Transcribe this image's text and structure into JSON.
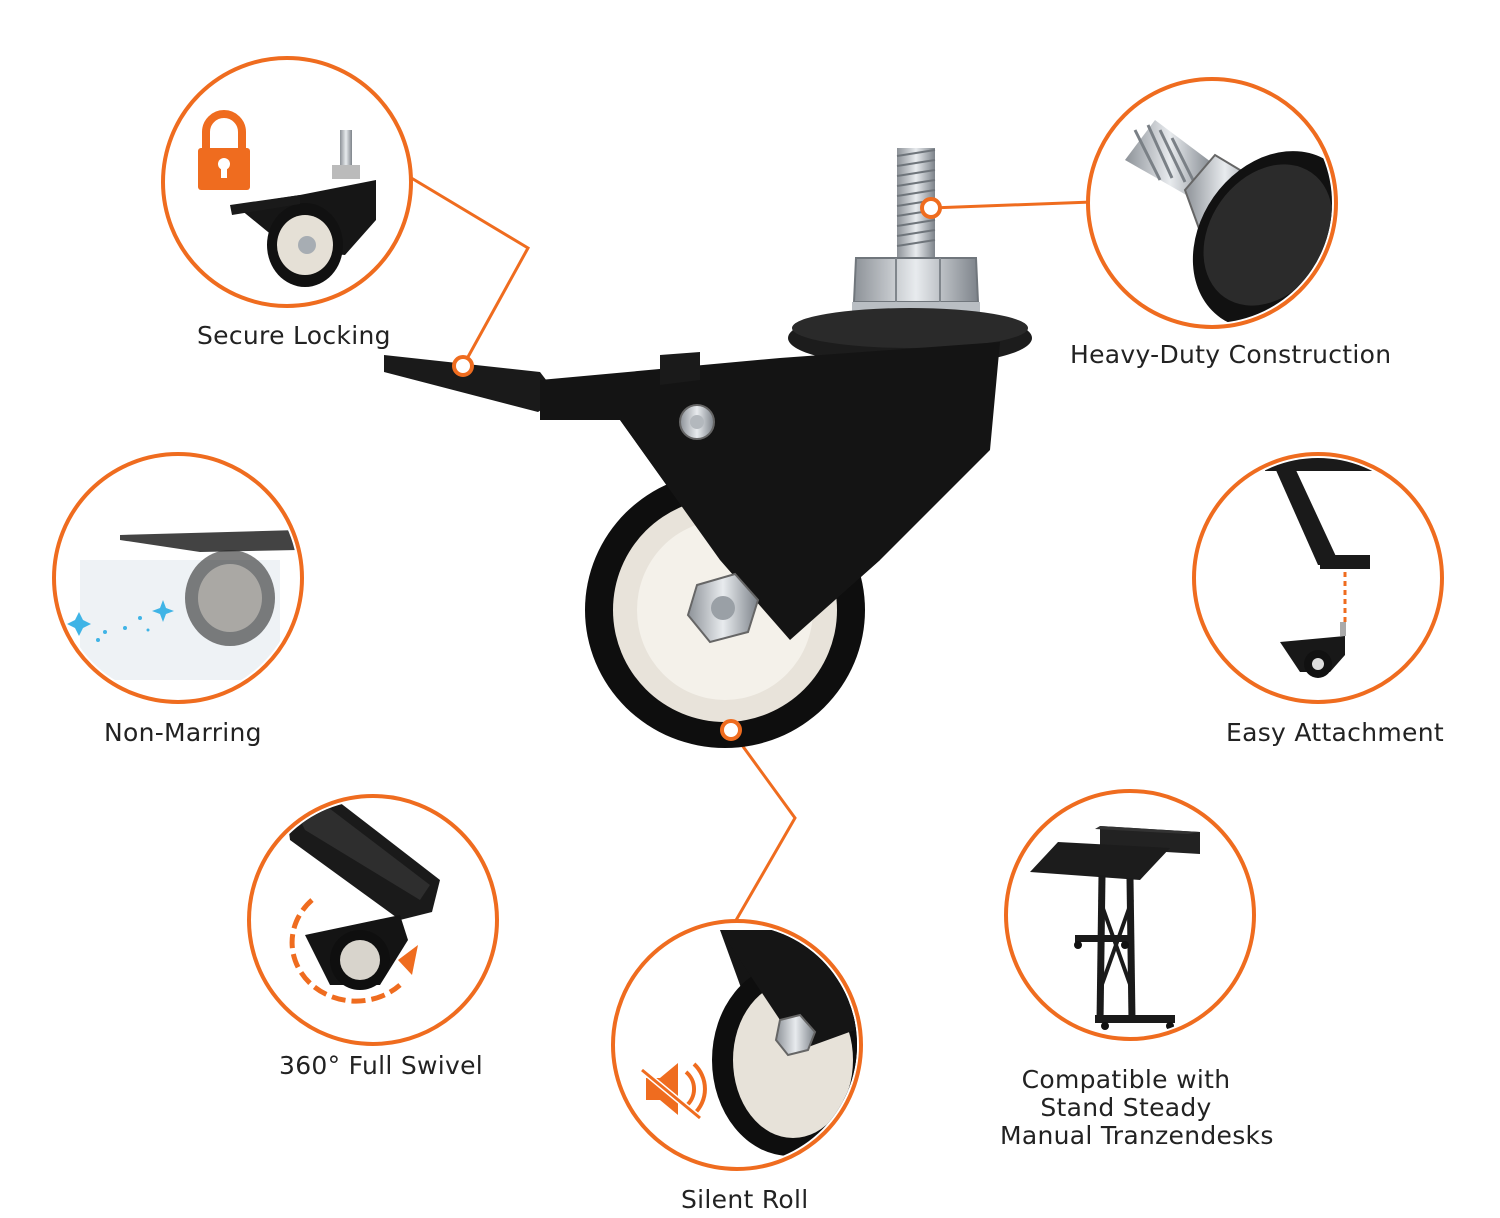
{
  "accent_color": "#ef6c1f",
  "features": [
    {
      "id": "secure-locking",
      "label": "Secure Locking",
      "icon": "padlock-icon"
    },
    {
      "id": "heavy-duty",
      "label": "Heavy-Duty Construction",
      "icon": "bolt-nut-icon"
    },
    {
      "id": "non-marring",
      "label": "Non-Marring",
      "icon": "sparkle-icon"
    },
    {
      "id": "easy-attachment",
      "label": "Easy Attachment",
      "icon": "desk-leg-icon"
    },
    {
      "id": "full-swivel",
      "label": "360° Full Swivel",
      "icon": "rotate-arrow-icon"
    },
    {
      "id": "compatible",
      "label_lines": [
        "Compatible with",
        "Stand Steady",
        "Manual Tranzendesks"
      ],
      "icon": "desk-icon"
    },
    {
      "id": "silent-roll",
      "label": "Silent Roll",
      "icon": "mute-speaker-icon"
    }
  ]
}
